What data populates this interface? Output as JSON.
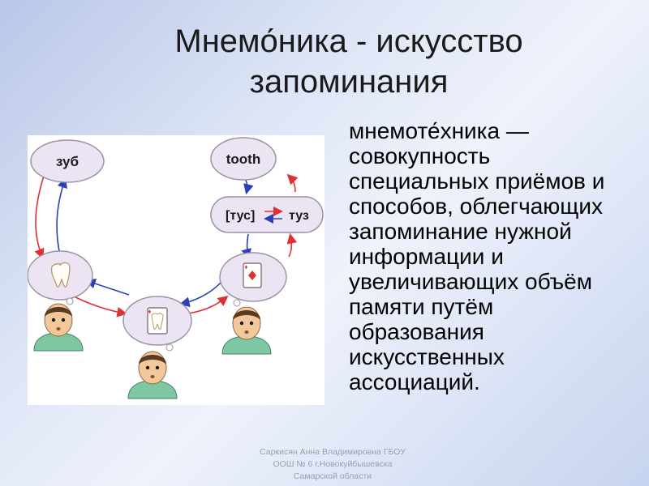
{
  "slide": {
    "title_line1": "Мнемо́ника - искусство",
    "title_line2": "запоминания",
    "body_text": "мнемоте́хника — совокупность специальных приёмов и способов, облегчающих запоминание нужной информации и увеличивающих объём памяти путём образования искусственных ассоциаций.",
    "footer_line1": "Саркисян Анна Владимировна ГБОУ",
    "footer_line2": "ООШ № 6 г.Новокуйбышевска",
    "footer_line3": "Самарской области"
  },
  "diagram": {
    "word_russian": "зуб",
    "word_english": "tooth",
    "transcription": "[тус]",
    "similar_word": "туз",
    "colors": {
      "bubble_fill": "#ece4f3",
      "bubble_stroke": "#9a93a8",
      "arrow_red": "#e03030",
      "arrow_blue": "#2a3fb8",
      "shirt": "#7fc7a2",
      "face": "#f2c79a",
      "hair": "#5a3a20"
    },
    "icons": [
      "tooth-icon",
      "ace-card-icon",
      "tooth-card-icon",
      "person-icon"
    ]
  }
}
